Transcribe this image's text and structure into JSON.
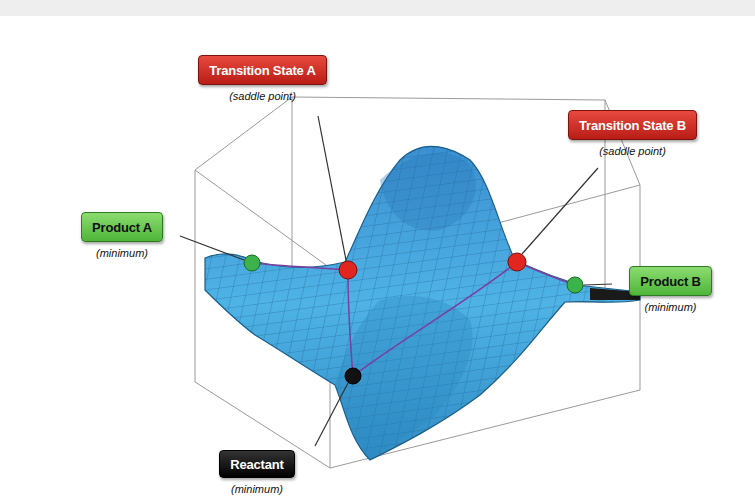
{
  "diagram": {
    "nodes": [
      {
        "text": [
          "Transition State A",
          "(saddle point)"
        ]
      },
      {
        "text": [
          "Transition State B",
          "(saddle point)"
        ]
      },
      {
        "text": [
          "Product A",
          "(minimum)"
        ]
      },
      {
        "text": [
          "Product B",
          "(minimum)"
        ]
      },
      {
        "text": [
          "Reactant",
          "(minimum)"
        ]
      }
    ]
  }
}
